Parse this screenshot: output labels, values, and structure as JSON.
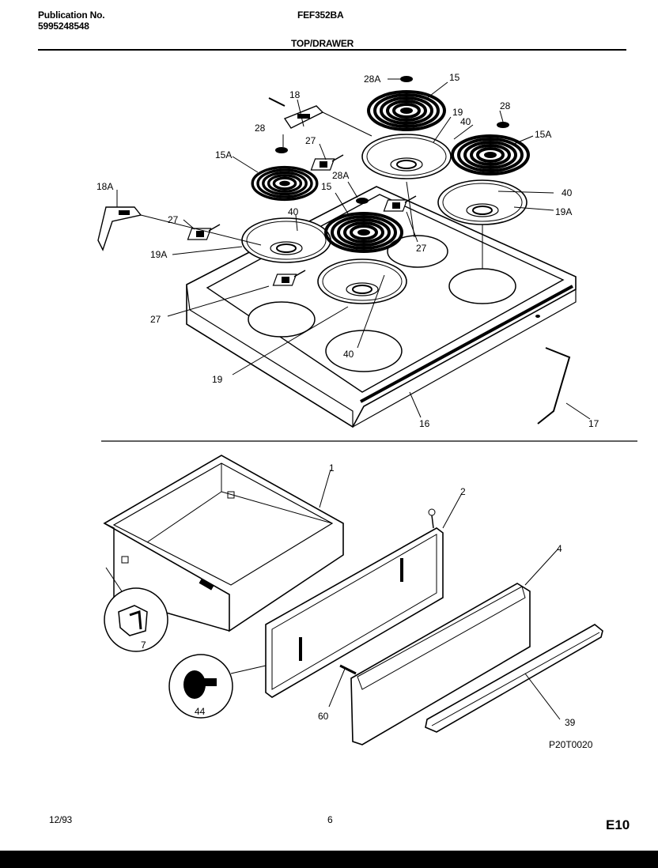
{
  "header": {
    "publication_label": "Publication No.",
    "publication_number": "5995248548",
    "model": "FEF352BA",
    "section": "TOP/DRAWER"
  },
  "callouts": {
    "c28A_top": "28A",
    "c15_top": "15",
    "c18": "18",
    "c19_top": "19",
    "c40_top": "40",
    "c28_right": "28",
    "c28_left": "28",
    "c27_top": "27",
    "c15A_right": "15A",
    "c15A_left": "15A",
    "c28A_mid": "28A",
    "c15_mid": "15",
    "c18A": "18A",
    "c40_right": "40",
    "c27_left": "27",
    "c40_mid": "40",
    "c19A_right": "19A",
    "c27_mid": "27",
    "c19A_left": "19A",
    "c27_low": "27",
    "c40_low": "40",
    "c19_low": "19",
    "c16": "16",
    "c17": "17",
    "c1": "1",
    "c2": "2",
    "c4": "4",
    "c7": "7",
    "c44": "44",
    "c60": "60",
    "c39": "39"
  },
  "figure_code": "P20T0020",
  "footer": {
    "date": "12/93",
    "page": "6",
    "page_code": "E10"
  }
}
